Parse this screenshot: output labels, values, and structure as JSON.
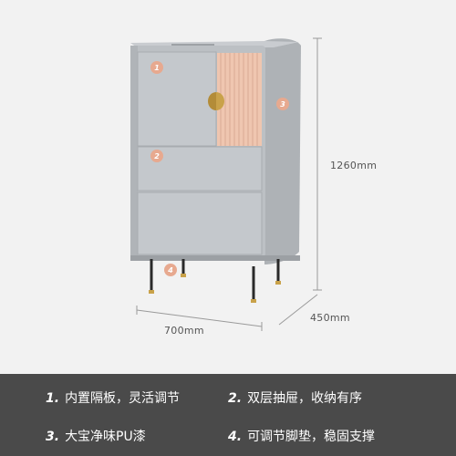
{
  "dimensions": {
    "height": "1260mm",
    "width": "700mm",
    "depth": "450mm"
  },
  "callouts": [
    "1",
    "2",
    "3",
    "4"
  ],
  "features": [
    {
      "num": "1.",
      "text": "内置隔板，灵活调节"
    },
    {
      "num": "2.",
      "text": "双层抽屉，收纳有序"
    },
    {
      "num": "3.",
      "text": "大宝净味PU漆"
    },
    {
      "num": "4.",
      "text": "可调节脚垫，稳固支撑"
    }
  ],
  "colors": {
    "background": "#f2f2f2",
    "cabinet": "#bcc0c4",
    "accent_panel": "#efc6b0",
    "handle": "#c9a24a",
    "badge": "#e7a98f",
    "footer": "#4a4a4a"
  }
}
